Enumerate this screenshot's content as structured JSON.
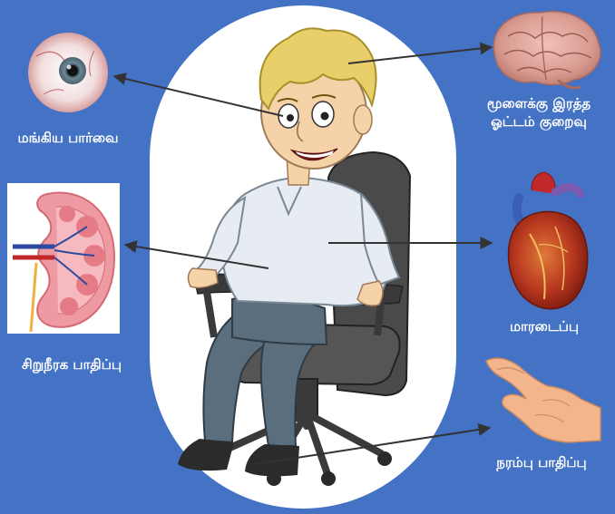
{
  "labels": {
    "eyes": "மங்கிய பார்வை",
    "brain_line1": "மூளைக்கு இரத்த",
    "brain_line2": "ஓட்டம் குறைவு",
    "kidney": "சிறுநீரக பாதிப்பு",
    "heart": "மாரடைப்பு",
    "nerve": "நரம்பு பாதிப்பு"
  },
  "colors": {
    "background": "#4472c4",
    "oval": "#ffffff",
    "label_text": "#ffffff",
    "arrow": "#333333"
  },
  "icons": [
    "eye-icon",
    "brain-icon",
    "kidney-icon",
    "heart-icon",
    "hand-icon",
    "sitting-man-illustration",
    "office-chair-illustration"
  ]
}
